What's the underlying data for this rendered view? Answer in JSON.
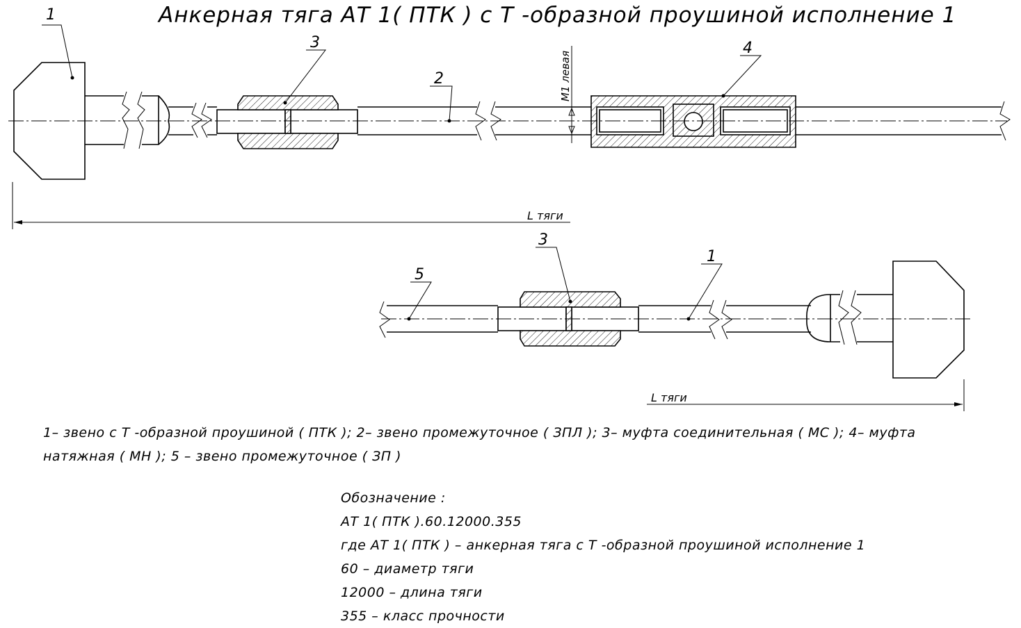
{
  "title": "Анкерная тяга АТ 1( ПТК )  с Т -образной проушиной исполнение  1",
  "callouts": {
    "top_1": "1",
    "top_2": "2",
    "top_3": "3",
    "top_4": "4",
    "bottom_1": "1",
    "bottom_3": "3",
    "bottom_5": "5"
  },
  "dimensions": {
    "thread_left": "М1 левая",
    "length_top": "L тяги",
    "length_bottom": "L тяги"
  },
  "legend": {
    "line1": "1– звено с Т -образной проушиной  ( ПТК ); 2– звено промежуточное ( ЗПЛ ); 3– муфта соединительная  ( МС ); 4– муфта",
    "line2": "натяжная  ( МН ); 5 –  звено промежуточное  ( ЗП )"
  },
  "designation": {
    "header": "Обозначение :",
    "code": "АТ 1( ПТК ).60.12000.355",
    "where": "где АТ 1( ПТК ) –  анкерная тяга с Т -образной проушиной исполнение  1",
    "diameter": "60 –  диаметр тяги",
    "length": "12000 –  длина тяги",
    "class": "355 –  класс прочности"
  }
}
